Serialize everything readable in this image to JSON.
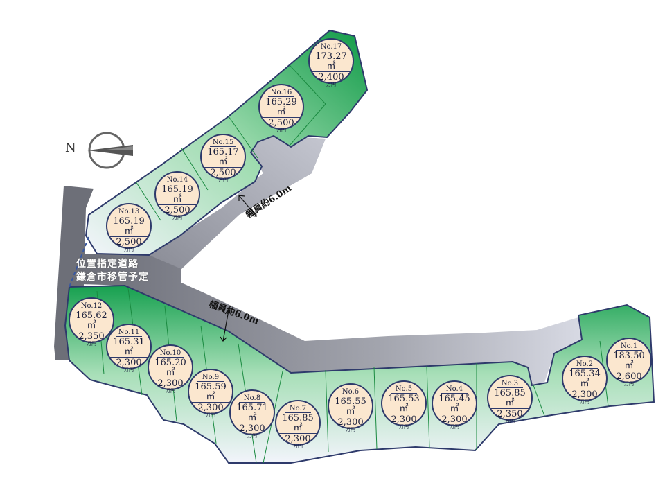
{
  "map": {
    "compass": {
      "letter": "N"
    },
    "road_note": {
      "line1": "位置指定道路",
      "line2": "鎌倉市移管予定"
    },
    "road_width": {
      "upper": "幅員約6.0m",
      "lower": "幅員約6.0m"
    },
    "colors": {
      "lot_green": "#1a9a4c",
      "road_gray": "#8c8e98",
      "outline": "#2e3a6b",
      "badge": "#fbe7cf"
    },
    "lots": [
      {
        "no": "No.1",
        "area": "183.50㎡",
        "price": "2,600",
        "unit": "万円"
      },
      {
        "no": "No.2",
        "area": "165.34㎡",
        "price": "2,300",
        "unit": "万円"
      },
      {
        "no": "No.3",
        "area": "165.85㎡",
        "price": "2,350",
        "unit": "万円"
      },
      {
        "no": "No.4",
        "area": "165.45㎡",
        "price": "2,300",
        "unit": "万円"
      },
      {
        "no": "No.5",
        "area": "165.53㎡",
        "price": "2,300",
        "unit": "万円"
      },
      {
        "no": "No.6",
        "area": "165.55㎡",
        "price": "2,300",
        "unit": "万円"
      },
      {
        "no": "No.7",
        "area": "165.85㎡",
        "price": "2,300",
        "unit": "万円"
      },
      {
        "no": "No.8",
        "area": "165.71㎡",
        "price": "2,300",
        "unit": "万円"
      },
      {
        "no": "No.9",
        "area": "165.59㎡",
        "price": "2,300",
        "unit": "万円"
      },
      {
        "no": "No.10",
        "area": "165.20㎡",
        "price": "2,300",
        "unit": "万円"
      },
      {
        "no": "No.11",
        "area": "165.31㎡",
        "price": "2,300",
        "unit": "万円"
      },
      {
        "no": "No.12",
        "area": "165.62㎡",
        "price": "2,350",
        "unit": "万円"
      },
      {
        "no": "No.13",
        "area": "165.19㎡",
        "price": "2,500",
        "unit": "万円"
      },
      {
        "no": "No.14",
        "area": "165.19㎡",
        "price": "2,500",
        "unit": "万円"
      },
      {
        "no": "No.15",
        "area": "165.17㎡",
        "price": "2,500",
        "unit": "万円"
      },
      {
        "no": "No.16",
        "area": "165.29㎡",
        "price": "2,500",
        "unit": "万円"
      },
      {
        "no": "No.17",
        "area": "173.27㎡",
        "price": "2,400",
        "unit": "万円"
      }
    ]
  }
}
